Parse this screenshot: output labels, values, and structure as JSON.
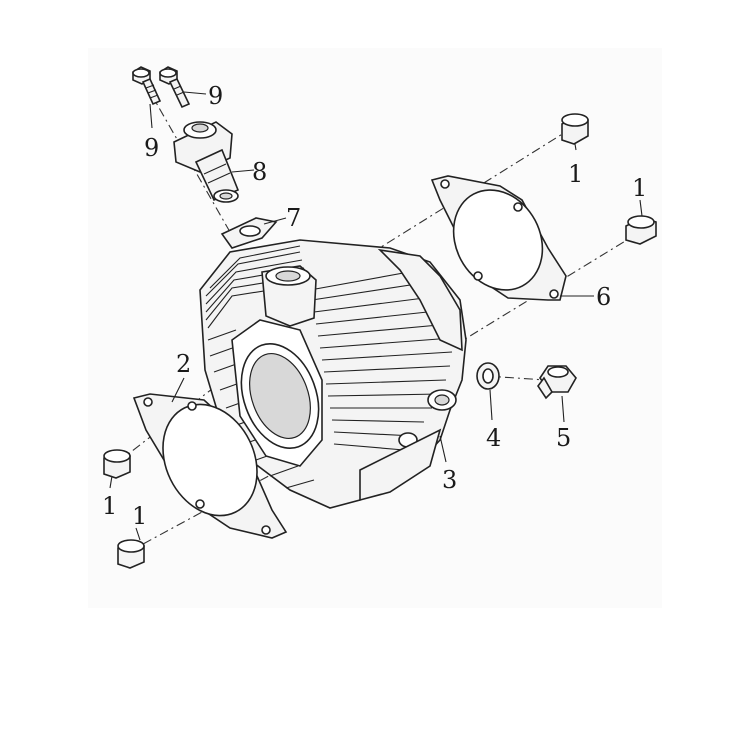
{
  "diagram": {
    "callouts": [
      {
        "id": "c1a",
        "label": "1",
        "part": "dowel pin (top right)"
      },
      {
        "id": "c1b",
        "label": "1",
        "part": "dowel pin (far right)"
      },
      {
        "id": "c1c",
        "label": "1",
        "part": "dowel pin (lower left)"
      },
      {
        "id": "c1d",
        "label": "1",
        "part": "dowel pin (bottom left)"
      },
      {
        "id": "c2",
        "label": "2",
        "part": "cylinder base gasket"
      },
      {
        "id": "c3",
        "label": "3",
        "part": "cylinder block"
      },
      {
        "id": "c4",
        "label": "4",
        "part": "washer"
      },
      {
        "id": "c5",
        "label": "5",
        "part": "plug bolt"
      },
      {
        "id": "c6",
        "label": "6",
        "part": "cylinder head gasket"
      },
      {
        "id": "c7",
        "label": "7",
        "part": "tensioner gasket"
      },
      {
        "id": "c8",
        "label": "8",
        "part": "chain tensioner"
      },
      {
        "id": "c9a",
        "label": "9",
        "part": "bolt (right)"
      },
      {
        "id": "c9b",
        "label": "9",
        "part": "bolt (left)"
      }
    ]
  }
}
